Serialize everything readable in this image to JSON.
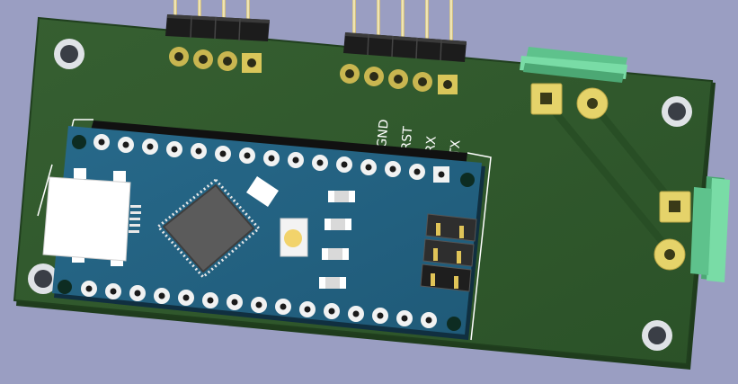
{
  "scene": "pcb-3d-render",
  "colors": {
    "background": "#9a9ec2",
    "board": "#2f5a2c",
    "module": "#23607e",
    "connector": "#6fd39b",
    "pad_gold": "#d9c65a"
  },
  "silkscreen": {
    "gnd": "GND",
    "rst": "RST",
    "rx": "RX",
    "tx": "TX"
  }
}
